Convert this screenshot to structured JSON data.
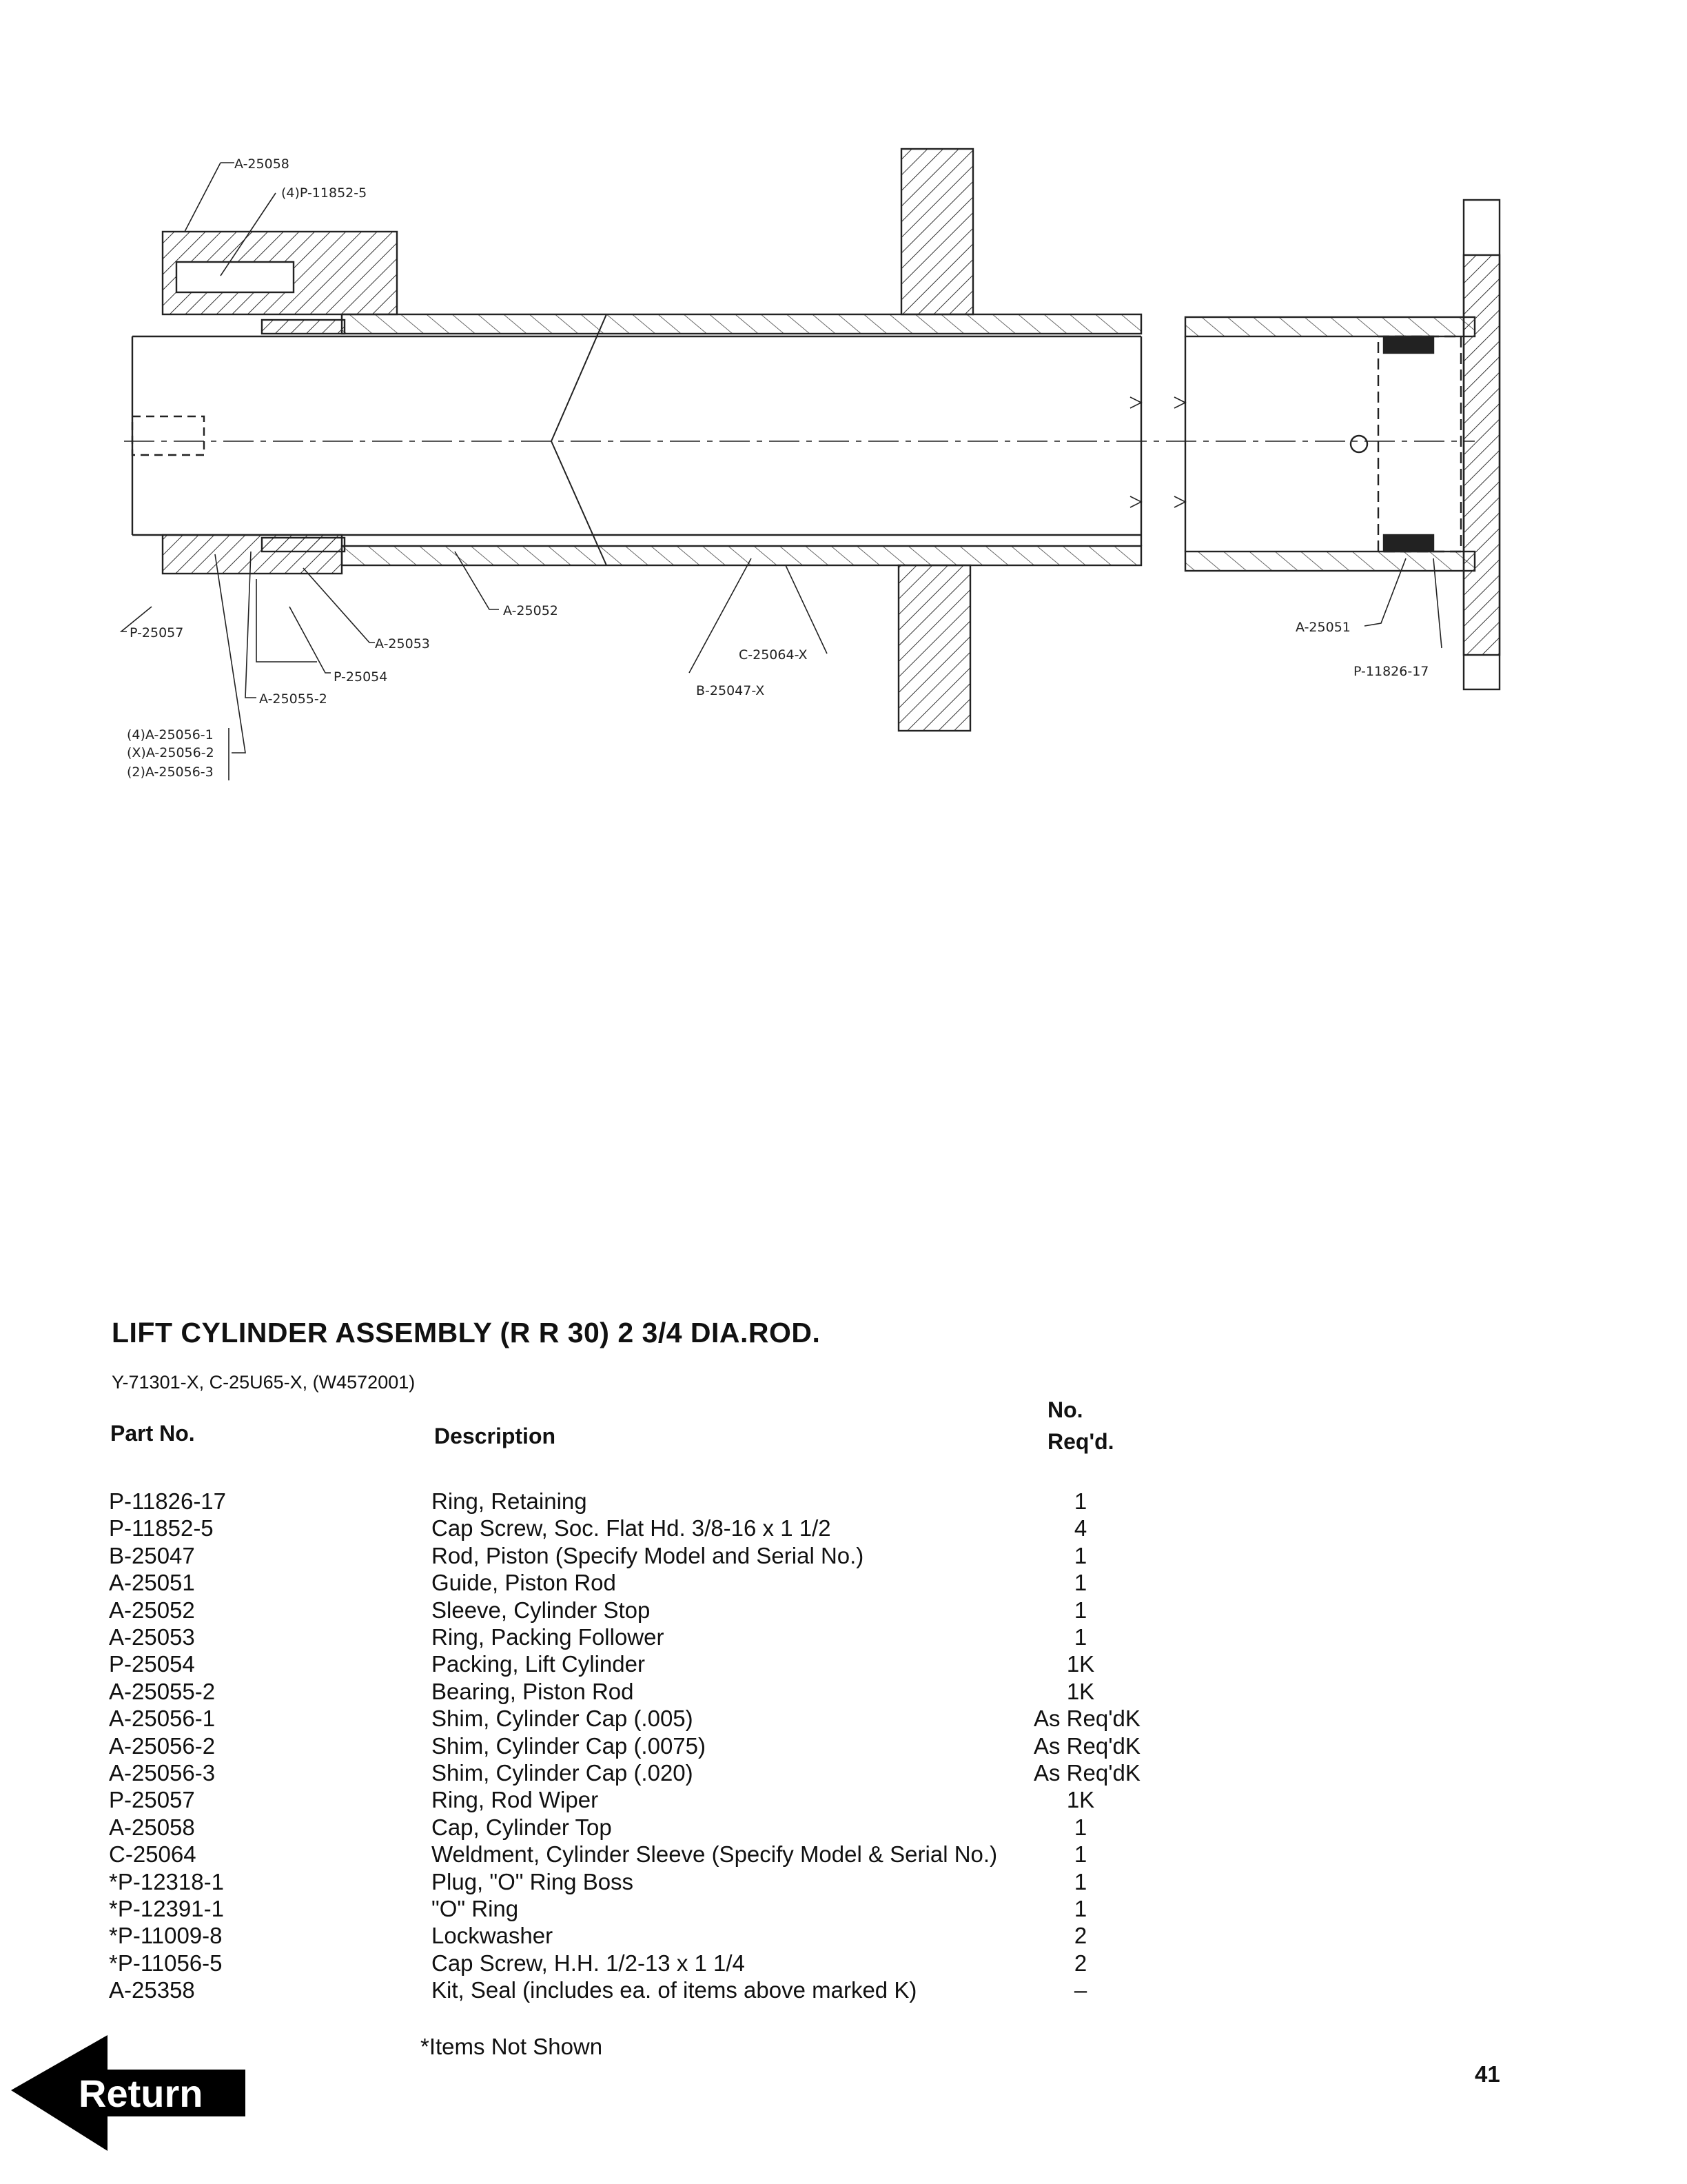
{
  "diagram": {
    "labels": {
      "a25058": "A-25058",
      "p11852": "(4)P-11852-5",
      "p25057": "P-25057",
      "a25053": "A-25053",
      "a25052": "A-25052",
      "p25054": "P-25054",
      "a25055": "A-25055-2",
      "shim1": "(4)A-25056-1",
      "shim2": "(X)A-25056-2",
      "shim3": "(2)A-25056-3",
      "c25064": "C-25064-X",
      "b25047": "B-25047-X",
      "a25051": "A-25051",
      "p11826": "P-11826-17"
    }
  },
  "title": "LIFT CYLINDER ASSEMBLY (R R 30) 2 3/4 DIA.ROD.",
  "subtitle": "Y-71301-X, C-25U65-X, (W4572001)",
  "table": {
    "headers": {
      "part": "Part No.",
      "desc": "Description",
      "qty_line1": "No.",
      "qty_line2": "Req'd."
    },
    "rows": [
      {
        "part": "P-11826-17",
        "desc": "Ring, Retaining",
        "qty": "1"
      },
      {
        "part": "P-11852-5",
        "desc": "Cap Screw, Soc. Flat Hd. 3/8-16 x 1 1/2",
        "qty": "4"
      },
      {
        "part": "B-25047",
        "desc": "Rod, Piston (Specify Model and Serial No.)",
        "qty": "1"
      },
      {
        "part": "A-25051",
        "desc": "Guide, Piston Rod",
        "qty": "1"
      },
      {
        "part": "A-25052",
        "desc": "Sleeve, Cylinder Stop",
        "qty": "1"
      },
      {
        "part": "A-25053",
        "desc": "Ring, Packing Follower",
        "qty": "1"
      },
      {
        "part": "P-25054",
        "desc": "Packing, Lift Cylinder",
        "qty": "1K"
      },
      {
        "part": "A-25055-2",
        "desc": "Bearing, Piston Rod",
        "qty": "1K"
      },
      {
        "part": "A-25056-1",
        "desc": "Shim, Cylinder Cap (.005)",
        "qty": "As Req'dK"
      },
      {
        "part": "A-25056-2",
        "desc": "Shim, Cylinder Cap (.0075)",
        "qty": "As Req'dK"
      },
      {
        "part": "A-25056-3",
        "desc": "Shim, Cylinder Cap (.020)",
        "qty": "As Req'dK"
      },
      {
        "part": "P-25057",
        "desc": "Ring, Rod Wiper",
        "qty": "1K"
      },
      {
        "part": "A-25058",
        "desc": "Cap, Cylinder Top",
        "qty": "1"
      },
      {
        "part": "C-25064",
        "desc": "Weldment, Cylinder Sleeve (Specify Model & Serial No.)",
        "qty": "1"
      },
      {
        "part": "*P-12318-1",
        "desc": "Plug, \"O\" Ring Boss",
        "qty": "1"
      },
      {
        "part": "*P-12391-1",
        "desc": "\"O\" Ring",
        "qty": "1"
      },
      {
        "part": "*P-11009-8",
        "desc": "Lockwasher",
        "qty": "2"
      },
      {
        "part": "*P-11056-5",
        "desc": "Cap Screw, H.H. 1/2-13 x 1 1/4",
        "qty": "2"
      },
      {
        "part": "A-25358",
        "desc": "Kit, Seal (includes ea. of items above marked K)",
        "qty": "–"
      }
    ]
  },
  "footnote": "*Items Not Shown",
  "page_number": "41",
  "return_button": {
    "label": "Return",
    "icon": "left-arrow-icon"
  }
}
